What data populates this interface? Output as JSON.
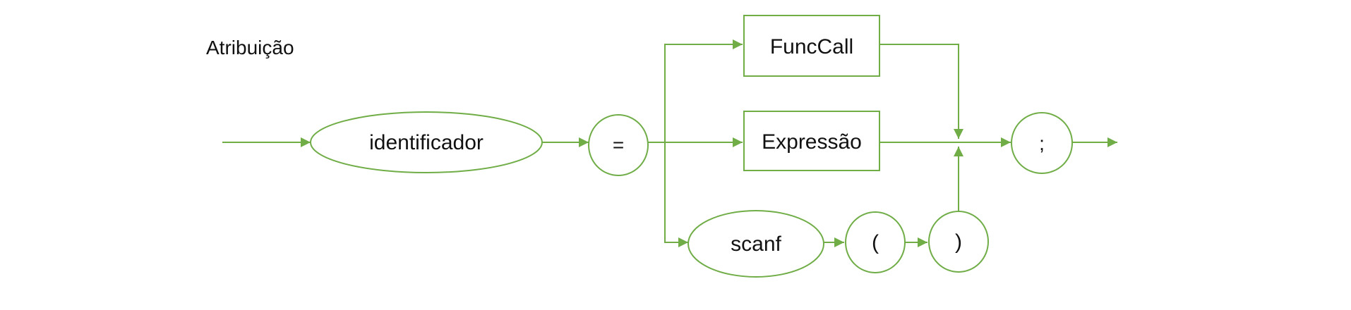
{
  "title": "Atribuição",
  "colors": {
    "stroke": "#70ad47",
    "text": "#111111",
    "background": "#ffffff"
  },
  "nodes": {
    "identificador": "identificador",
    "equals": "=",
    "funccall": "FuncCall",
    "expressao": "Expressão",
    "scanf": "scanf",
    "open_paren": "(",
    "close_paren": ")",
    "semicolon": ";"
  }
}
